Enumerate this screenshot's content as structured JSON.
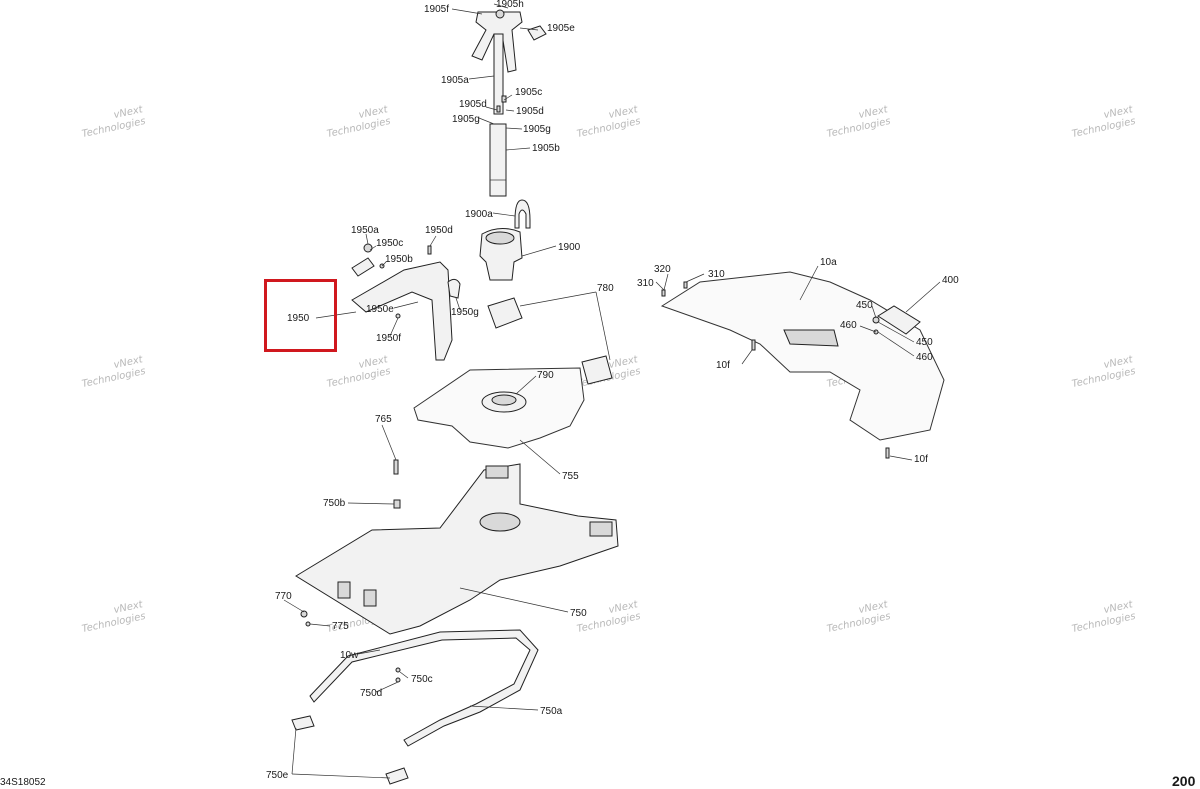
{
  "diagram_number": "34S18052",
  "page_number": "200",
  "watermark": [
    "vNext",
    "Technologies"
  ],
  "highlighted_part": "1950",
  "labels": {
    "l1905f": "1905f",
    "l1905h": "1905h",
    "l1905e": "1905e",
    "l1905a": "1905a",
    "l1905c": "1905c",
    "l1905d_left": "1905d",
    "l1905d_right": "1905d",
    "l1905g_left": "1905g",
    "l1905g_right": "1905g",
    "l1905b": "1905b",
    "l1900a": "1900a",
    "l1900": "1900",
    "l1950a": "1950a",
    "l1950c": "1950c",
    "l1950b": "1950b",
    "l1950d": "1950d",
    "l1950": "1950",
    "l1950e": "1950e",
    "l1950f": "1950f",
    "l1950g": "1950g",
    "l780": "780",
    "l790": "790",
    "l765": "765",
    "l755": "755",
    "l750b": "750b",
    "l750": "750",
    "l770": "770",
    "l775": "775",
    "l10w": "10w",
    "l750c": "750c",
    "l750d": "750d",
    "l750a": "750a",
    "l750e": "750e",
    "l320": "320",
    "l310_left": "310",
    "l310_right": "310",
    "l10a": "10a",
    "l400": "400",
    "l450_top": "450",
    "l460_top": "460",
    "l450_bottom": "450",
    "l460_bottom": "460",
    "l10f_top": "10f",
    "l10f_bottom": "10f"
  }
}
